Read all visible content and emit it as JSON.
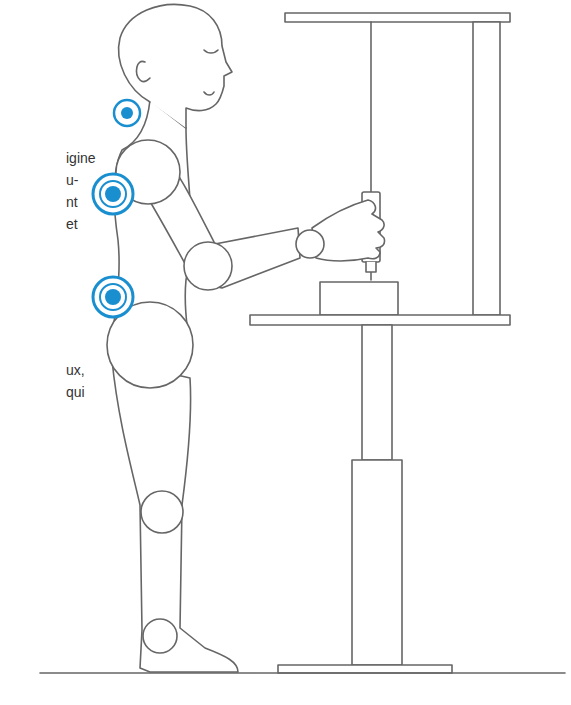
{
  "diagram": {
    "labels": [
      "igine",
      "u-",
      "nt",
      "et",
      "ux,",
      "qui"
    ]
  }
}
